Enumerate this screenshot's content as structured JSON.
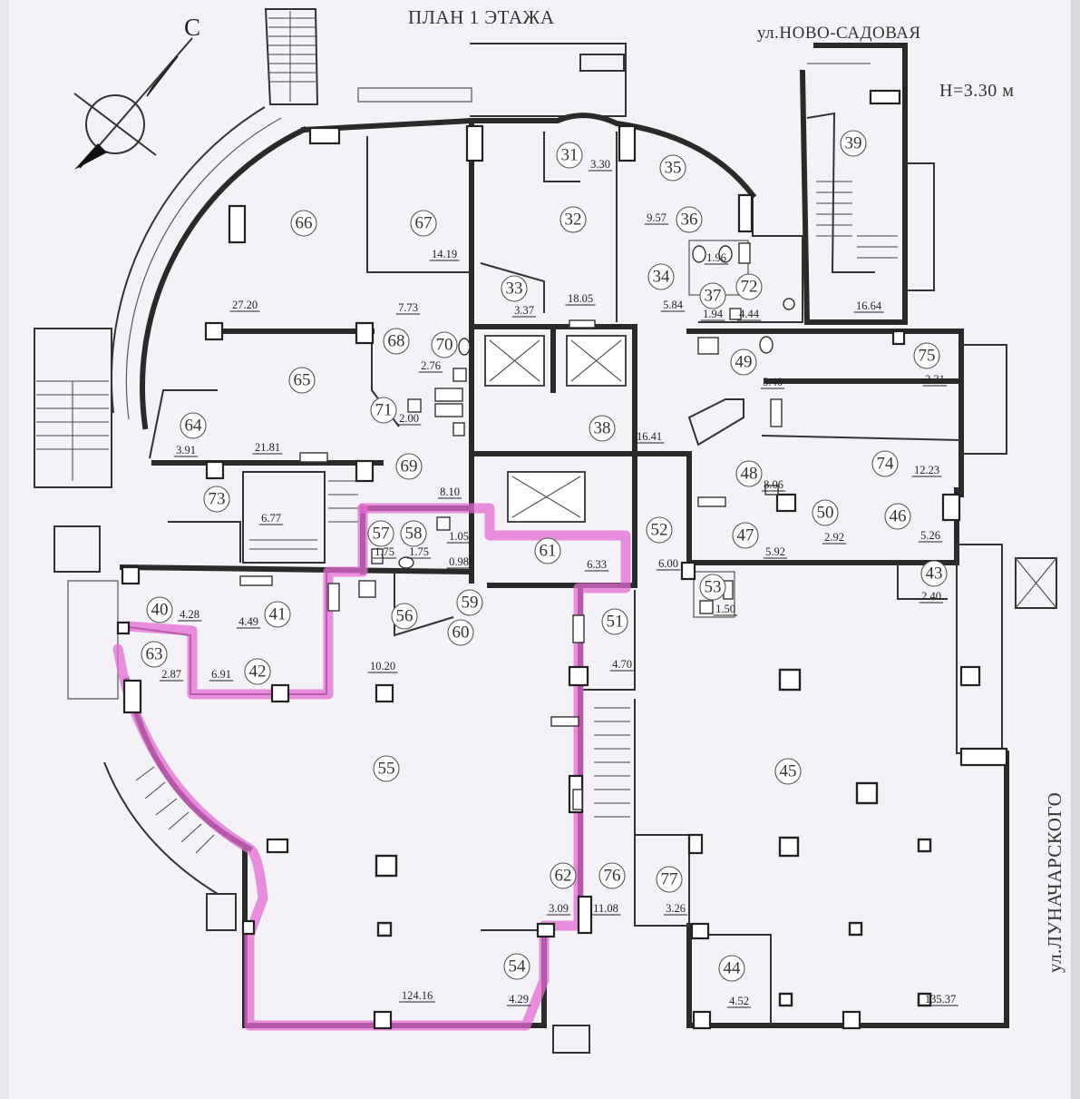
{
  "header": {
    "title": "ПЛАН 1 ЭТАЖА",
    "street_top": "ул.НОВО-САДОВАЯ",
    "street_side": "ул.ЛУНАЧАРСКОГО",
    "height": "Н=3.30 м",
    "compass_letter": "С"
  },
  "colors": {
    "wall": "#2a2a2a",
    "highlight": "#e46bd6",
    "paper": "#f4f2f6"
  },
  "rooms": [
    {
      "num": "66",
      "area": "27.20"
    },
    {
      "num": "67",
      "area": "14.19"
    },
    {
      "num": "31",
      "area": "3.30"
    },
    {
      "num": "32",
      "area": "18.05"
    },
    {
      "num": "35",
      "area": "9.57"
    },
    {
      "num": "36",
      "area": "1.96"
    },
    {
      "num": "39",
      "area": "16.64"
    },
    {
      "num": "33",
      "area": "3.37"
    },
    {
      "num": "34",
      "area": "5.84"
    },
    {
      "num": "37",
      "area": "1.94"
    },
    {
      "num": "72",
      "area": "4.44"
    },
    {
      "num": "68",
      "area": "7.73"
    },
    {
      "num": "70",
      "area": "2.76"
    },
    {
      "num": "65",
      "area": "21.81"
    },
    {
      "num": "71",
      "area": "2.00"
    },
    {
      "num": "49",
      "area": "5.40"
    },
    {
      "num": "75",
      "area": "2.31"
    },
    {
      "num": "64",
      "area": "3.91"
    },
    {
      "num": "38",
      "area": "16.41"
    },
    {
      "num": "69",
      "area": "8.10"
    },
    {
      "num": "74",
      "area": "12.23"
    },
    {
      "num": "48",
      "area": "8.06"
    },
    {
      "num": "73",
      "area": "6.77"
    },
    {
      "num": "57",
      "area": "1.75"
    },
    {
      "num": "58",
      "area": "1.75"
    },
    {
      "num": "61",
      "area": "6.33"
    },
    {
      "num": "52",
      "area": "6.00"
    },
    {
      "num": "50",
      "area": "2.92"
    },
    {
      "num": "46",
      "area": "5.26"
    },
    {
      "num": "47",
      "area": "5.92"
    },
    {
      "num": "59",
      "area": "0.98"
    },
    {
      "num": "43",
      "area": "2.40"
    },
    {
      "num": "53",
      "area": "1.50"
    },
    {
      "num": "40",
      "area": "4.28"
    },
    {
      "num": "41",
      "area": "4.49"
    },
    {
      "num": "56",
      "area": "10.20"
    },
    {
      "num": "60",
      "area": "1.05"
    },
    {
      "num": "51",
      "area": "4.70"
    },
    {
      "num": "63",
      "area": "2.87"
    },
    {
      "num": "42",
      "area": "6.91"
    },
    {
      "num": "55",
      "area": "124.16"
    },
    {
      "num": "45",
      "area": "135.37"
    },
    {
      "num": "62",
      "area": "3.09"
    },
    {
      "num": "76",
      "area": "11.08"
    },
    {
      "num": "77",
      "area": "3.26"
    },
    {
      "num": "54",
      "area": "4.29"
    },
    {
      "num": "44",
      "area": "4.52"
    }
  ]
}
